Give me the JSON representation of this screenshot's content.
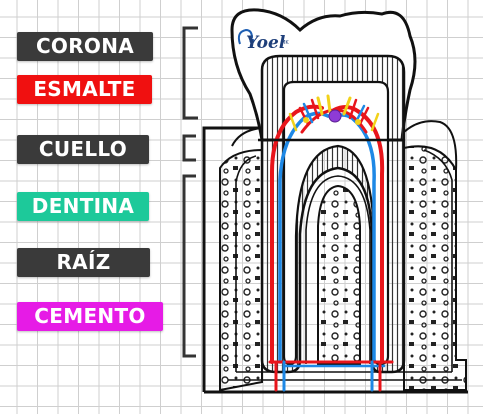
{
  "labels": {
    "corona": {
      "text": "CORONA",
      "color": "#3a3a3a"
    },
    "esmalte": {
      "text": "ESMALTE",
      "color": "#f01010"
    },
    "cuello": {
      "text": "CUELLO",
      "color": "#3a3a3a"
    },
    "dentina": {
      "text": "DENTINA",
      "color": "#1dc99a"
    },
    "raiz": {
      "text": "RAÍZ",
      "color": "#3a3a3a"
    },
    "cemento": {
      "text": "CEMENTO",
      "color": "#e61be6"
    }
  },
  "logo_text": "Yoel",
  "logo_sub": "MK",
  "colors": {
    "artery": "#e8151b",
    "vein": "#1e88e5",
    "nerve": "#f2d21a",
    "nerve_node": "#8e3bd6",
    "outline": "#111111"
  }
}
